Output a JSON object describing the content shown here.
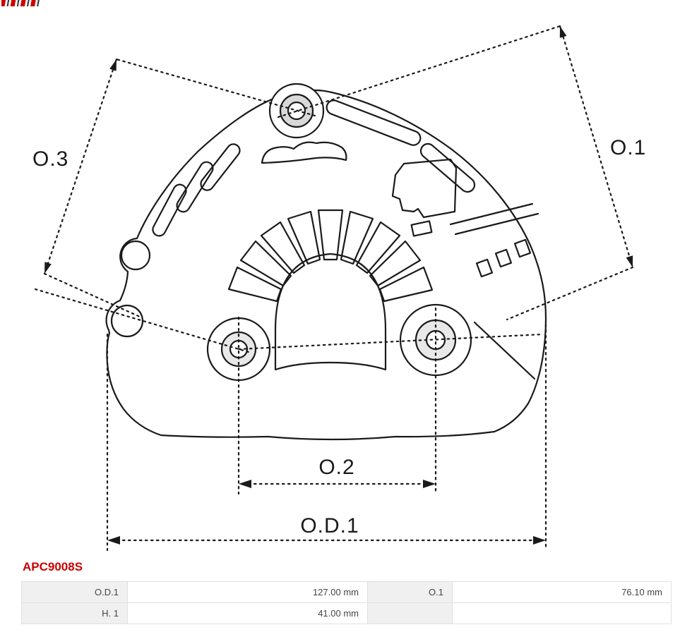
{
  "branding": {
    "logo_fragment_icon": "striped-logo-fragment",
    "accent_color": "#cc0000"
  },
  "drawing": {
    "labels": {
      "o1": "O.1",
      "o2": "O.2",
      "o3": "O.3",
      "od1": "O.D.1"
    }
  },
  "part_number": "APC9008S",
  "spec_table": {
    "rows": [
      {
        "cells": [
          "O.D.1",
          "127.00 mm",
          "O.1",
          "76.10 mm"
        ]
      },
      {
        "cells": [
          "H. 1",
          "41.00 mm",
          "",
          ""
        ]
      }
    ]
  }
}
